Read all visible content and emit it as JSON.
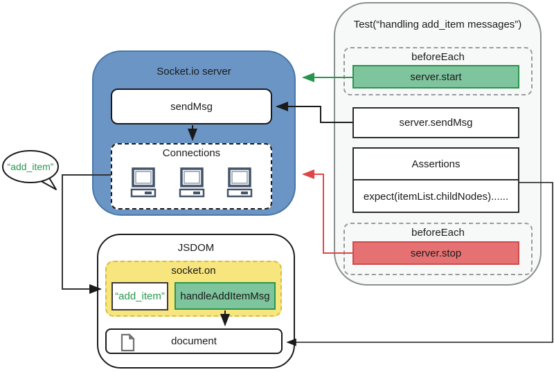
{
  "server": {
    "title": "Socket.io server",
    "send_msg": "sendMsg",
    "connections": "Connections"
  },
  "bubble": {
    "text": "“add_item”"
  },
  "jsdom": {
    "title": "JSDOM",
    "socket_on": "socket.on",
    "add_item": "“add_item”",
    "handler": "handleAddItemMsg",
    "document": "document"
  },
  "test": {
    "title": "Test(“handling add_item messages”)",
    "before_each": "beforeEach",
    "server_start": "server.start",
    "server_send_msg": "server.sendMsg",
    "assertions_title": "Assertions",
    "assertions_body": "expect(itemList.childNodes)......",
    "server_stop": "server.stop"
  },
  "colors": {
    "blue_fill": "#6b95c4",
    "blue_border": "#4678a8",
    "green_fill": "#7ec49d",
    "green_border": "#28954c",
    "red_fill": "#e57173",
    "red_border": "#cc4b4d",
    "yellow_fill": "#f7e57d",
    "yellow_border": "#d9bc3b",
    "green_text": "#27984b",
    "green_arrow": "#28954c",
    "red_arrow": "#e04547",
    "black_arrow": "#1a1a1a"
  }
}
